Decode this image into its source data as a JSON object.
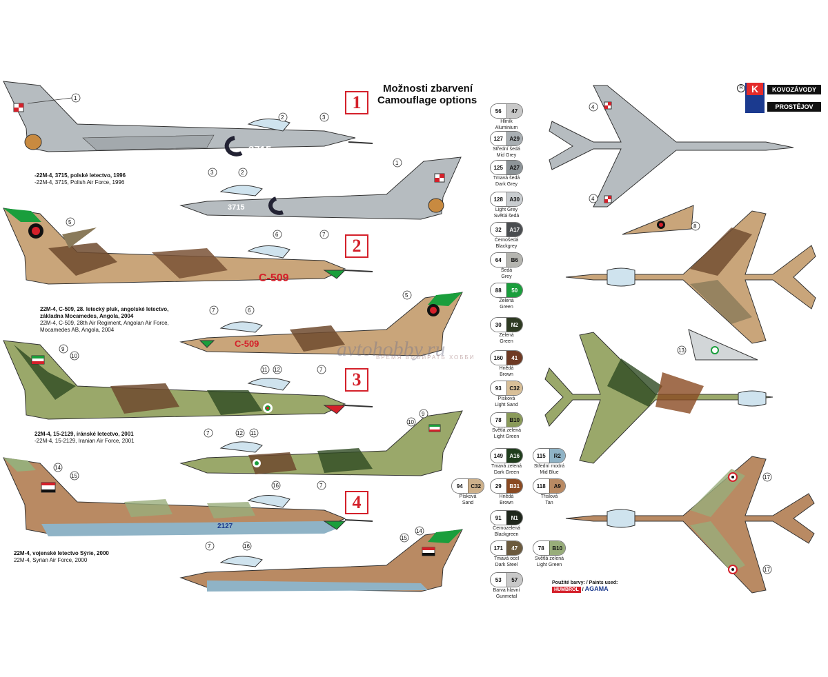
{
  "heading": {
    "line1": "Možnosti zbarvení",
    "line2": "Camouflage options"
  },
  "logo": {
    "brand_top": "KOVOZÁVODY",
    "brand_bottom": "PROSTĚJOV",
    "k": "K",
    "r": "R"
  },
  "badges": [
    "1",
    "2",
    "3",
    "4"
  ],
  "schemes": [
    {
      "cz": "-22M-4, 3715, polské letectvo, 1996",
      "en": "-22M-4, 3715, Polish Air Force, 1996"
    },
    {
      "cz1": "22M-4, C-509, 28. letecký pluk, angolské letectvo,",
      "cz2": "základna Mocamedes, Angola, 2004",
      "en1": "22M-4, C-509, 28th Air Regiment, Angolan Air Force,",
      "en2": "Mocamedes AB, Angola, 2004"
    },
    {
      "cz": "22M-4, 15-2129, íránské letectvo, 2001",
      "en": "-22M-4, 15-2129, Iranian Air Force, 2001"
    },
    {
      "cz": "22M-4, vojenské letectvo Sýrie, 2000",
      "en": "22M-4, Syrian Air Force, 2000"
    }
  ],
  "aircraft_codes": {
    "poland": "3715",
    "angola": "C-509",
    "angola_small": "C-509",
    "syria": "2127"
  },
  "callouts": [
    "1",
    "2",
    "3",
    "4",
    "5",
    "6",
    "7",
    "8",
    "9",
    "10",
    "11",
    "12",
    "13",
    "14",
    "15",
    "16",
    "17"
  ],
  "swatches": [
    {
      "a": "56",
      "b": "47",
      "l1": "Hliník",
      "l2": "Aluminium",
      "ca": "#c8c8c8",
      "cb": "#c8c8c8"
    },
    {
      "a": "127",
      "b": "A29",
      "l1": "Střední šedá",
      "l2": "Mid Grey",
      "ca": "#a9afb3",
      "cb": "#a9afb3"
    },
    {
      "a": "125",
      "b": "A27",
      "l1": "Tmavá šedá",
      "l2": "Dark Grey",
      "ca": "#8d9498",
      "cb": "#8d9498"
    },
    {
      "a": "128",
      "b": "A30",
      "l1": "Light Grey",
      "l2": "Světlá šedá",
      "ca": "#c9cdd0",
      "cb": "#c9cdd0"
    },
    {
      "a": "32",
      "b": "A17",
      "l1": "Černošedá",
      "l2": "Blackgrey",
      "ca": "#4a4d50",
      "cb": "#4a4d50"
    },
    {
      "a": "64",
      "b": "B6",
      "l1": "Šedá",
      "l2": "Grey",
      "ca": "#b5b5b0",
      "cb": "#b5b5b0"
    },
    {
      "a": "88",
      "b": "50",
      "l1": "Zelená",
      "l2": "Green",
      "ca": "#1a9e3c",
      "cb": "#1a9e3c"
    },
    {
      "a": "30",
      "b": "N2",
      "l1": "Zelená",
      "l2": "Green",
      "ca": "#2e3a22",
      "cb": "#2e3a22"
    },
    {
      "a": "160",
      "b": "41",
      "l1": "Hnědá",
      "l2": "Brown",
      "ca": "#6e3a24",
      "cb": "#6e3a24"
    },
    {
      "a": "93",
      "b": "C32",
      "l1": "Písková",
      "l2": "Light Sand",
      "ca": "#d8bf98",
      "cb": "#d8bf98"
    },
    {
      "a": "78",
      "b": "B10",
      "l1": "Světlá zelená",
      "l2": "Light Green",
      "ca": "#8a9a5a",
      "cb": "#8a9a5a"
    },
    {
      "a": "149",
      "b": "A16",
      "l1": "Tmavá zelená",
      "l2": "Dark Green",
      "ca": "#1f3d1c",
      "cb": "#1f3d1c"
    },
    {
      "a": "115",
      "b": "R2",
      "l1": "Střední modrá",
      "l2": "Mid Blue",
      "ca": "#8fb3c6",
      "cb": "#8fb3c6"
    },
    {
      "a": "94",
      "b": "C32",
      "l1": "Písková",
      "l2": "Sand",
      "ca": "#cdb08a",
      "cb": "#cdb08a"
    },
    {
      "a": "29",
      "b": "B31",
      "l1": "Hnědá",
      "l2": "Brown",
      "ca": "#8a4a22",
      "cb": "#8a4a22"
    },
    {
      "a": "118",
      "b": "A9",
      "l1": "Třislová",
      "l2": "Tan",
      "ca": "#b98a63",
      "cb": "#b98a63"
    },
    {
      "a": "91",
      "b": "N1",
      "l1": "Černozelená",
      "l2": "Blackgreen",
      "ca": "#1f261c",
      "cb": "#1f261c"
    },
    {
      "a": "171",
      "b": "47",
      "l1": "Tmavá ocel",
      "l2": "Dark Steel",
      "ca": "#6b5a3e",
      "cb": "#6b5a3e"
    },
    {
      "a": "78",
      "b": "B10",
      "l1": "Světlá zelená",
      "l2": "Light Green",
      "ca": "#98ad7a",
      "cb": "#98ad7a"
    },
    {
      "a": "53",
      "b": "57",
      "l1": "Barva hlavní",
      "l2": "Gunmetal",
      "ca": "#c8c8c8",
      "cb": "#c8c8c8"
    }
  ],
  "paints": {
    "label": "Použité barvy: / Paints used:",
    "humbrol": "HUMBROL",
    "sep": "/",
    "agama": "AGAMA"
  },
  "watermark": {
    "main": "аvtohobby.ru",
    "sub": "ВРЕМЯ ВЫБИРАТЬ ХОББИ"
  },
  "colors": {
    "accent_red": "#d4202a",
    "brand_blue": "#1b3a8f"
  }
}
